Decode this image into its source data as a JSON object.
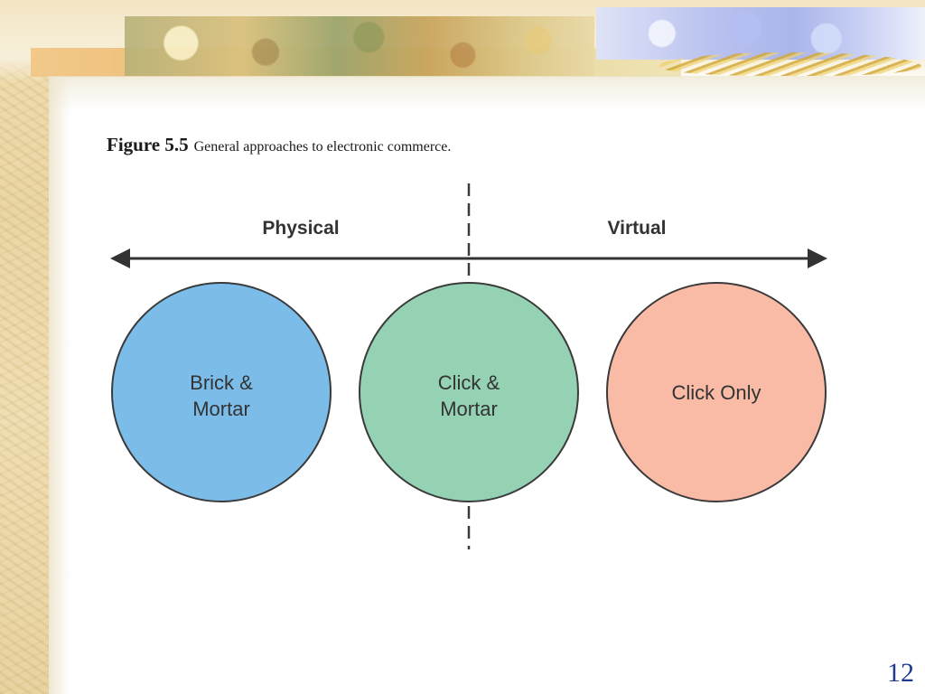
{
  "figure": {
    "number": "Figure 5.5",
    "caption": "General approaches to electronic commerce."
  },
  "axis": {
    "left_label": "Physical",
    "right_label": "Virtual"
  },
  "circles": [
    {
      "line1": "Brick &",
      "line2": "Mortar",
      "fill": "#7cbce8"
    },
    {
      "line1": "Click &",
      "line2": "Mortar",
      "fill": "#94d2b3"
    },
    {
      "line1": "Click Only",
      "line2": "",
      "fill": "#f9bba6"
    }
  ],
  "colors": {
    "stroke": "#3a3a3a",
    "text": "#333333",
    "page_number": "#1f3a93"
  },
  "slide_number": "12"
}
